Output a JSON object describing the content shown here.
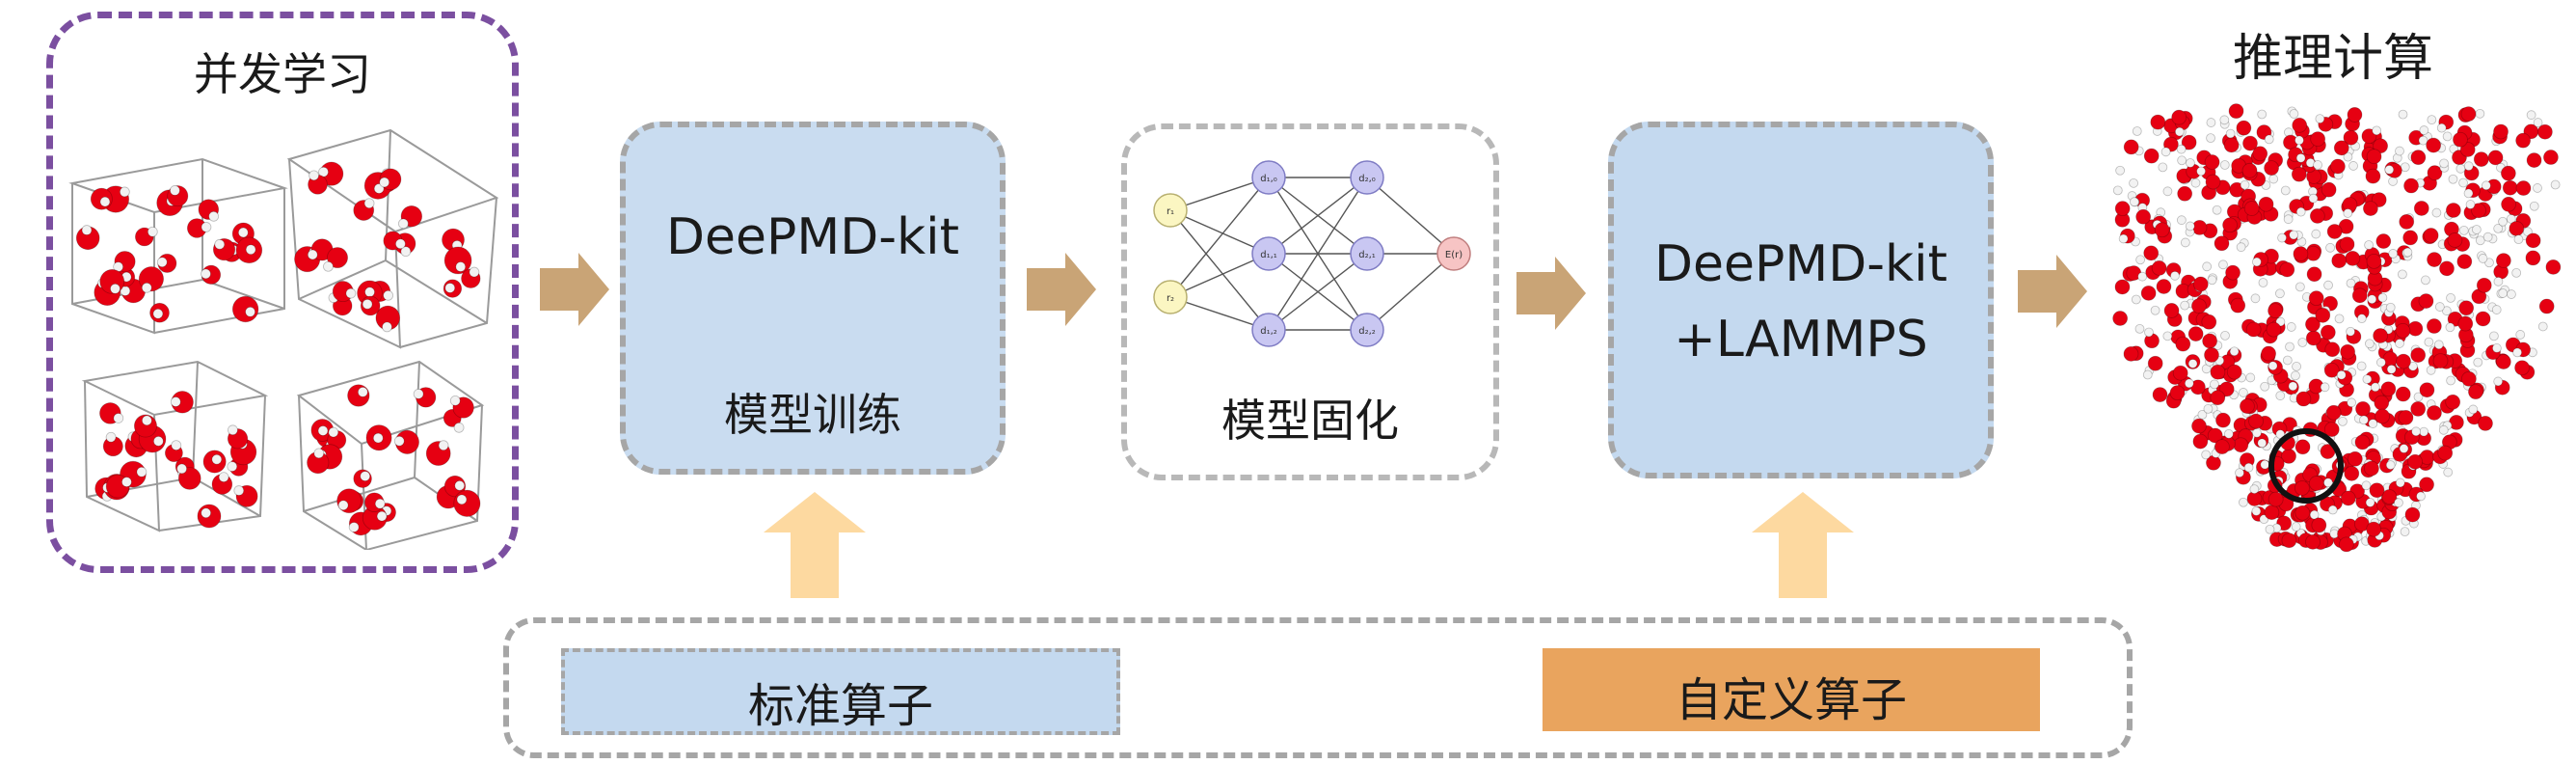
{
  "stages": {
    "concurrent_learning": {
      "title": "并发学习"
    },
    "training": {
      "name": "DeePMD-kit",
      "subtitle": "模型训练"
    },
    "freezing": {
      "label": "模型固化"
    },
    "inference_engine": {
      "line1": "DeePMD-kit",
      "line2": "+LAMMPS"
    },
    "inference": {
      "title": "推理计算"
    }
  },
  "neural_network": {
    "input_labels": [
      "r₁",
      "r₂"
    ],
    "hidden_layer_1": [
      "d₁,₀",
      "d₁,₁",
      "d₁,₂"
    ],
    "hidden_layer_2": [
      "d₂,₀",
      "d₂,₁",
      "d₂,₂"
    ],
    "output_label": "E(r)"
  },
  "operators": {
    "standard": "标准算子",
    "custom": "自定义算子"
  },
  "colors": {
    "concurrent_border": "#7b4fa0",
    "box_blue": "#c9dcf0",
    "dash_gray": "#a6a6a6",
    "flow_arrow": "#c9a476",
    "support_arrow": "#fdd9a0",
    "custom_operator": "#e9a45e",
    "oxygen_atom": "#e60012",
    "hydrogen_atom": "#f2f2f2"
  }
}
